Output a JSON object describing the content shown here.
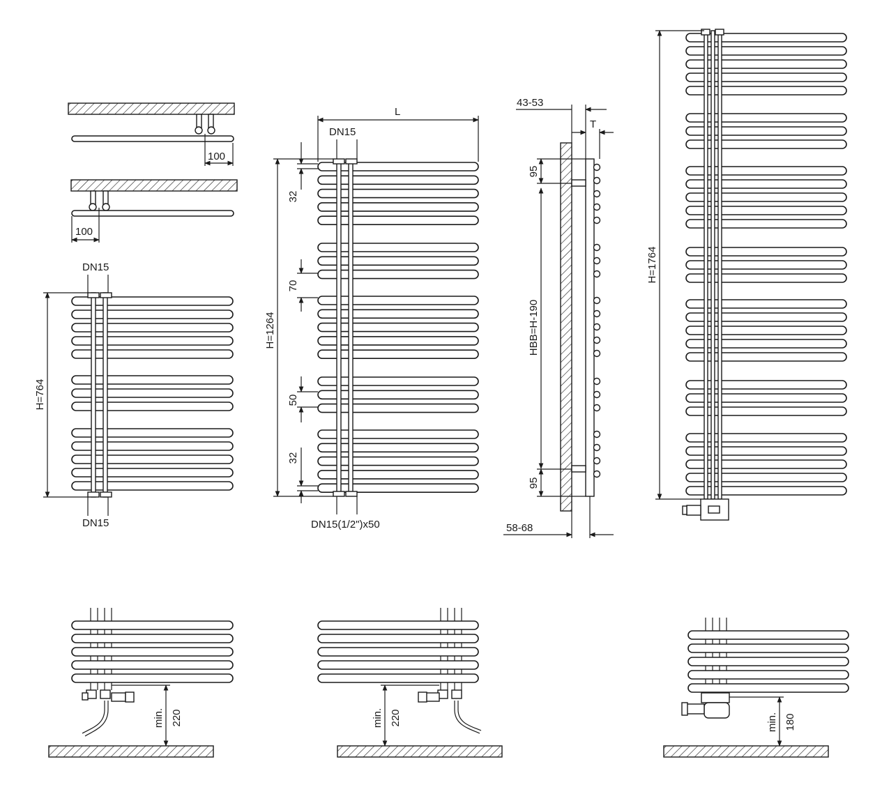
{
  "drawing": {
    "top_plan_left": {
      "offset_label": "100"
    },
    "top_plan_right": {
      "offset_label": "100"
    },
    "radiator_764": {
      "inlet_top_label": "DN15",
      "height_label": "H=764",
      "inlet_bottom_label": "DN15"
    },
    "radiator_1264": {
      "width_label": "L",
      "inlet_label": "DN15",
      "height_label": "H=1264",
      "gap_labels": [
        "32",
        "70",
        "50",
        "32"
      ],
      "connection_label": "DN15(1/2\")x50"
    },
    "side_view": {
      "wall_gap_label": "43-53",
      "depth_label": "T",
      "top_offset_label": "95",
      "hbb_label": "HBB=H-190",
      "bottom_offset_label": "95",
      "total_depth_label": "58-68"
    },
    "radiator_1764": {
      "height_label": "H=1764"
    },
    "install_left": {
      "min_label": "min.",
      "clearance_label": "220"
    },
    "install_middle": {
      "min_label": "min.",
      "clearance_label": "220"
    },
    "install_right": {
      "min_label": "min.",
      "clearance_label": "180"
    }
  }
}
